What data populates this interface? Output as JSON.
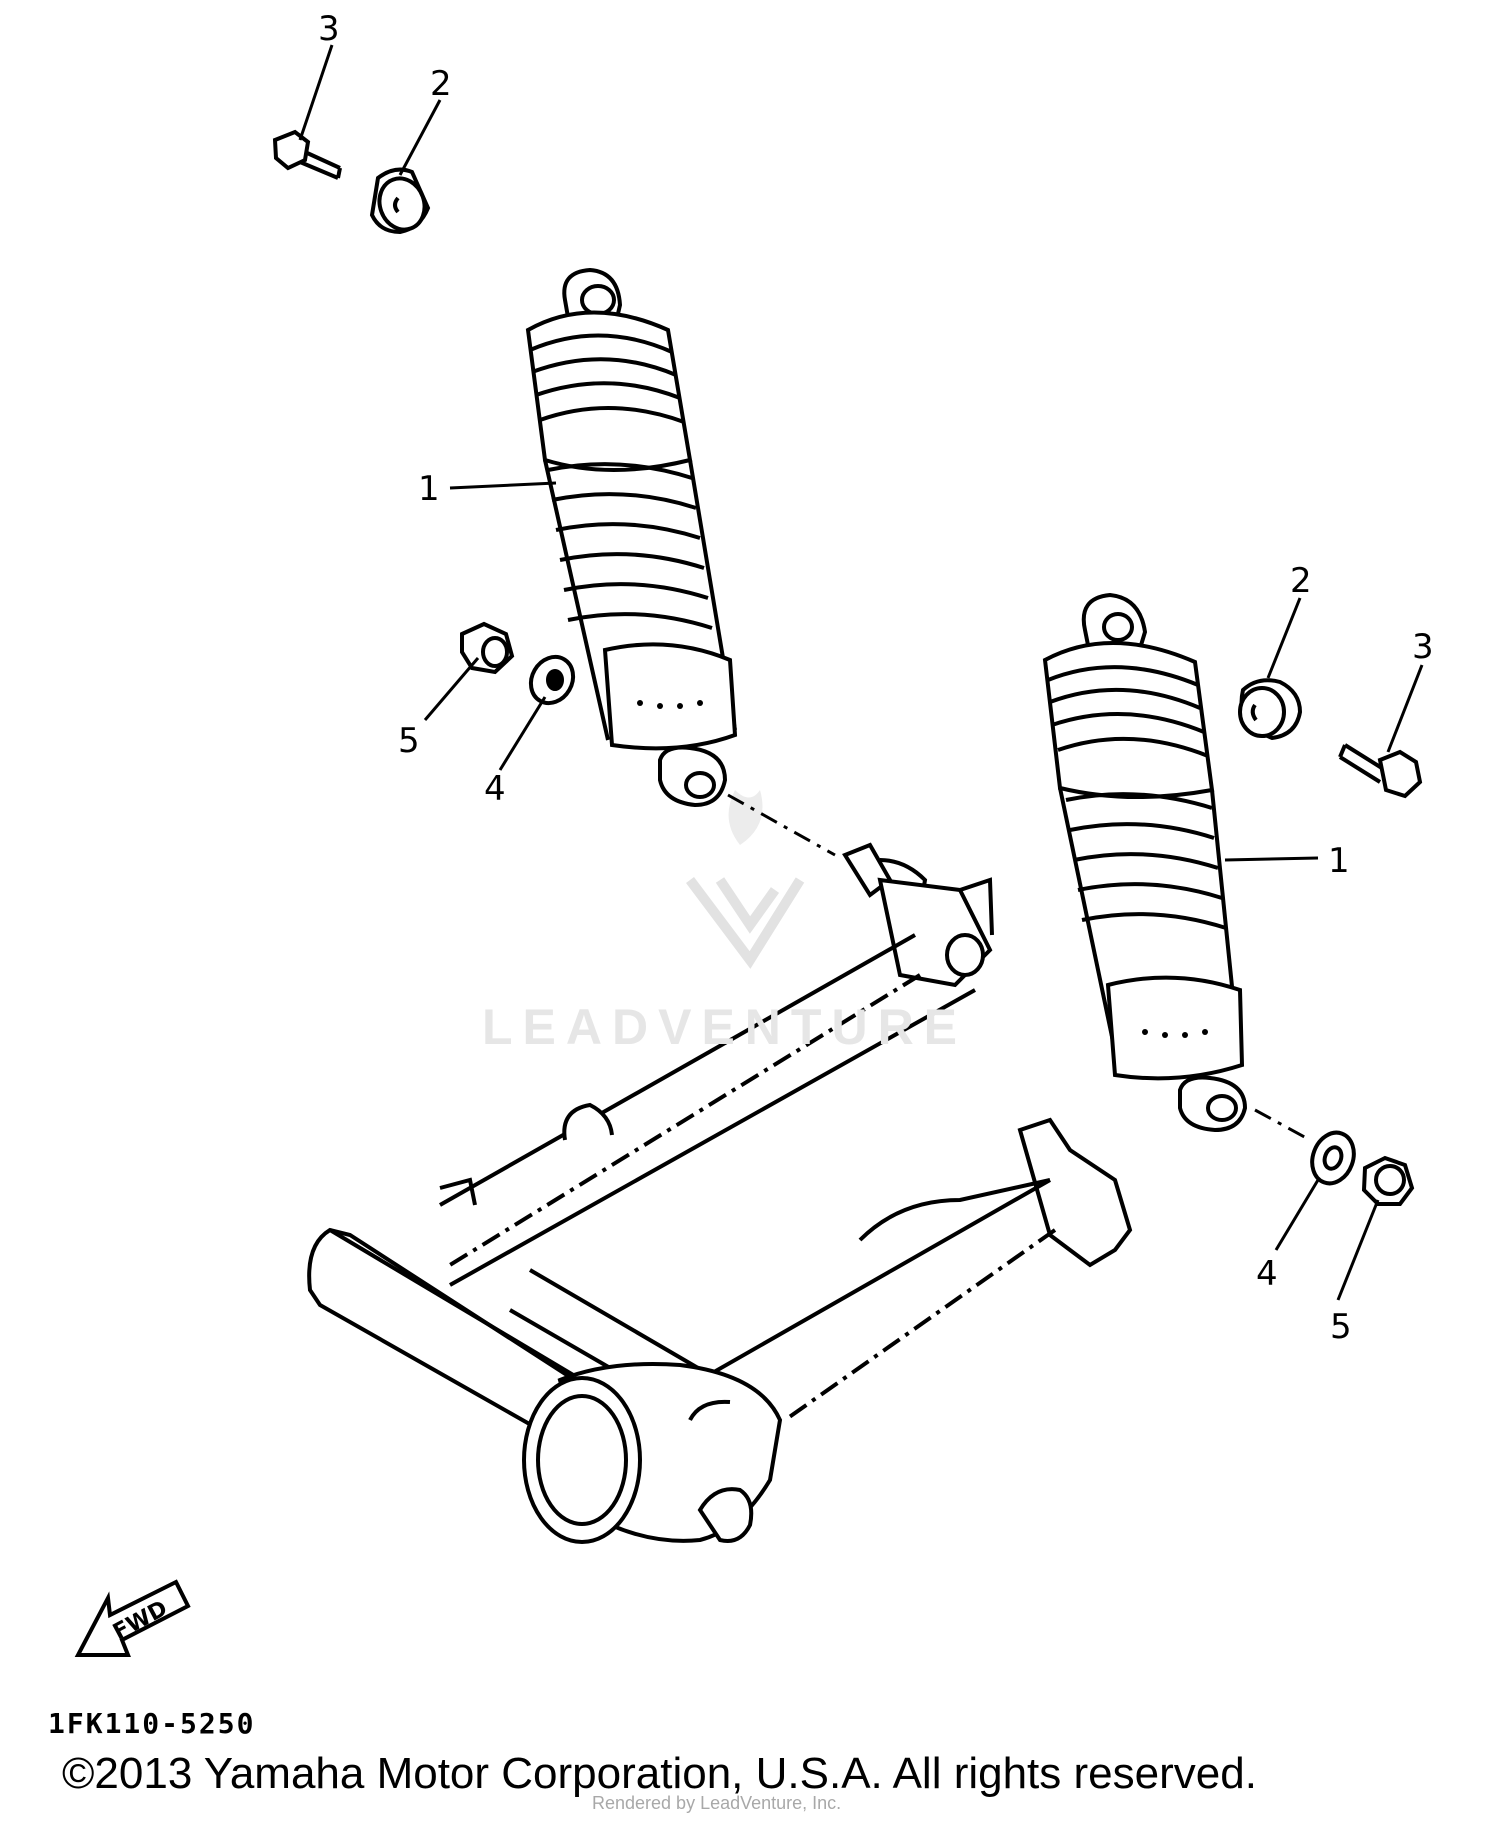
{
  "diagram": {
    "callouts": {
      "left_bolt": "3",
      "left_collar": "2",
      "left_shock": "1",
      "left_nut": "5",
      "left_washer": "4",
      "right_collar": "2",
      "right_bolt": "3",
      "right_shock": "1",
      "right_washer": "4",
      "right_nut": "5"
    },
    "fwd_arrow_label": "FWD",
    "figure_code": "1FK110-5250",
    "watermark": "LEADVENTURE"
  },
  "footer": {
    "copyright": "©2013 Yamaha Motor Corporation, U.S.A. All rights reserved.",
    "overlay": "Rendered by LeadVenture, Inc."
  }
}
